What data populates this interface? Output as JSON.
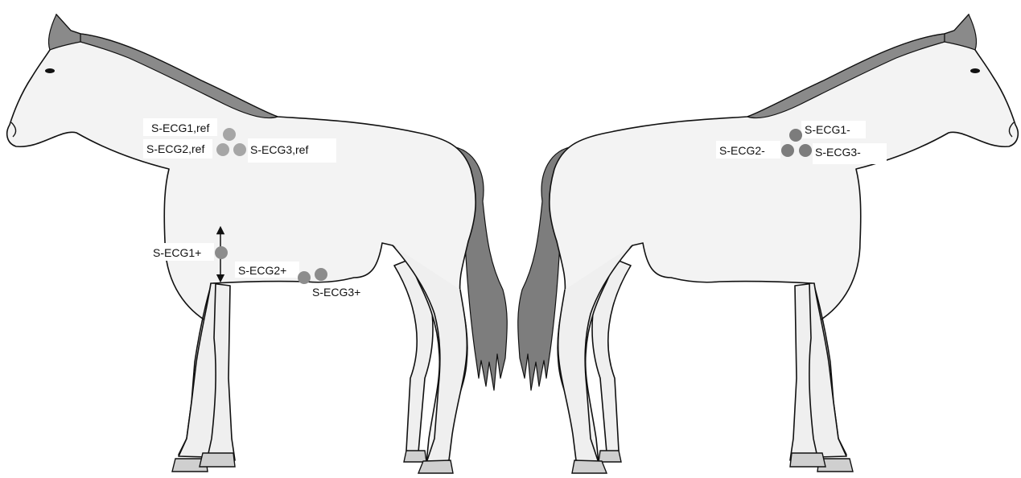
{
  "colors": {
    "electrode_ref": "#a6a6a6",
    "electrode_negative": "#7c7c7c",
    "electrode_positive": "#8c8c8c",
    "horse_body": "#f3f3f3",
    "mane_tail": "#8a8a8a",
    "outline": "#111111"
  },
  "left_horse": {
    "labels": {
      "ecg1_ref": "S-ECG1,ref",
      "ecg2_ref": "S-ECG2,ref",
      "ecg3_ref": "S-ECG3,ref",
      "ecg1_pos": "S-ECG1+",
      "ecg2_pos": "S-ECG2+",
      "ecg3_pos": "S-ECG3+"
    }
  },
  "right_horse": {
    "labels": {
      "ecg1_neg": "S-ECG1-",
      "ecg2_neg": "S-ECG2-",
      "ecg3_neg": "S-ECG3-"
    }
  },
  "icons": {
    "arrow": "double-headed-vertical-arrow"
  }
}
